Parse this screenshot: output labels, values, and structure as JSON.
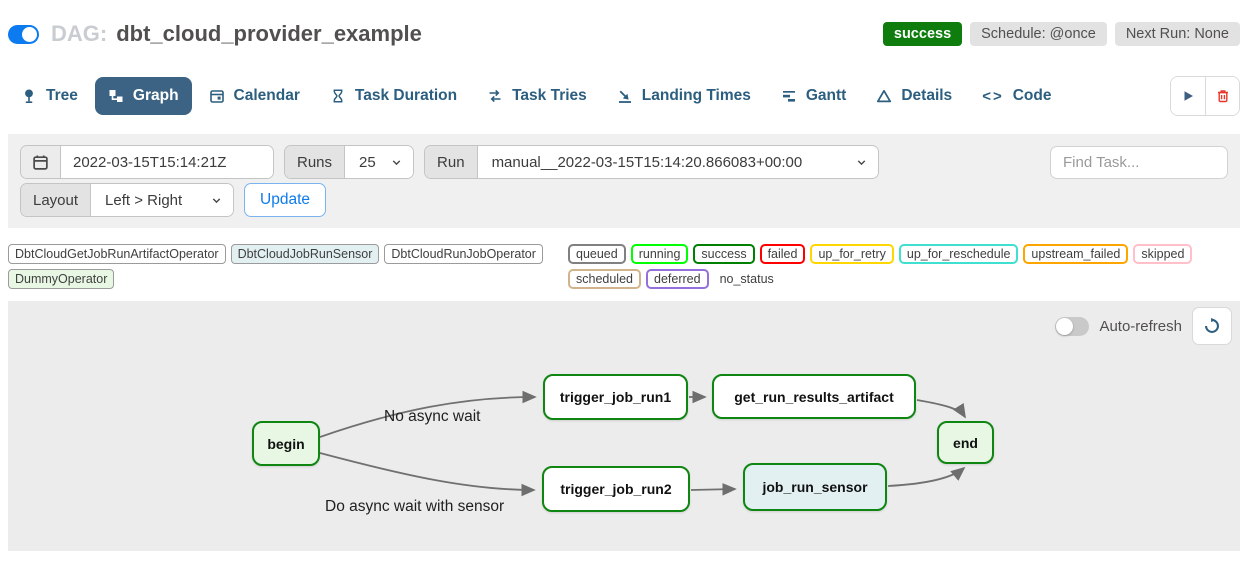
{
  "header": {
    "dag_prefix": "DAG:",
    "dag_title": "dbt_cloud_provider_example",
    "status_badge": "success",
    "schedule_badge": "Schedule: @once",
    "next_run_badge": "Next Run: None"
  },
  "tabs": [
    {
      "label": "Tree"
    },
    {
      "label": "Graph"
    },
    {
      "label": "Calendar"
    },
    {
      "label": "Task Duration"
    },
    {
      "label": "Task Tries"
    },
    {
      "label": "Landing Times"
    },
    {
      "label": "Gantt"
    },
    {
      "label": "Details"
    },
    {
      "label": "Code"
    }
  ],
  "icons": {
    "dag_toggle": "toggle-on",
    "tree": "map-pin",
    "graph": "org-chart",
    "calendar": "calendar",
    "task_duration": "hourglass",
    "task_tries": "repeat-arrows",
    "landing_times": "plane-landing",
    "gantt": "horizontal-bars",
    "details": "warning-triangle",
    "code_glyph": "<>",
    "play": "play-triangle",
    "delete": "trash-can",
    "refresh": "circular-arrow",
    "date_picker": "calendar",
    "select_chevron": "chevron-down",
    "auto_refresh_toggle": "toggle-off"
  },
  "filters": {
    "base_date_value": "2022-03-15T15:14:21Z",
    "runs_label": "Runs",
    "runs_value": "25",
    "run_label": "Run",
    "run_value": "manual__2022-03-15T15:14:20.866083+00:00",
    "find_task_placeholder": "Find Task...",
    "layout_label": "Layout",
    "layout_value": "Left > Right",
    "update_label": "Update"
  },
  "legend": {
    "operators": [
      {
        "label": "DbtCloudGetJobRunArtifactOperator",
        "fill": "#ffffff"
      },
      {
        "label": "DbtCloudJobRunSensor",
        "fill": "#e2f0f2"
      },
      {
        "label": "DbtCloudRunJobOperator",
        "fill": "#ffffff"
      },
      {
        "label": "DummyOperator",
        "fill": "#e8f7e4"
      }
    ],
    "statuses": [
      {
        "label": "queued",
        "color": "#808080"
      },
      {
        "label": "running",
        "color": "#00ff00"
      },
      {
        "label": "success",
        "color": "#008000"
      },
      {
        "label": "failed",
        "color": "#ff0000"
      },
      {
        "label": "up_for_retry",
        "color": "#ffd700"
      },
      {
        "label": "up_for_reschedule",
        "color": "#40e0d0"
      },
      {
        "label": "upstream_failed",
        "color": "#ffa500"
      },
      {
        "label": "skipped",
        "color": "#ffc0cb"
      },
      {
        "label": "scheduled",
        "color": "#d2b48c"
      },
      {
        "label": "deferred",
        "color": "#9370db"
      }
    ],
    "no_status_label": "no_status"
  },
  "graph": {
    "auto_refresh_label": "Auto-refresh",
    "nodes": [
      {
        "id": "begin",
        "label": "begin",
        "fill": "#e8f7e4"
      },
      {
        "id": "trigger_job_run1",
        "label": "trigger_job_run1",
        "fill": "#ffffff"
      },
      {
        "id": "get_run_results_artifact",
        "label": "get_run_results_artifact",
        "fill": "#ffffff"
      },
      {
        "id": "trigger_job_run2",
        "label": "trigger_job_run2",
        "fill": "#ffffff"
      },
      {
        "id": "job_run_sensor",
        "label": "job_run_sensor",
        "fill": "#e2f0f2"
      },
      {
        "id": "end",
        "label": "end",
        "fill": "#e8f7e4"
      }
    ],
    "edge_labels": [
      {
        "text": "No async wait"
      },
      {
        "text": "Do async wait with sensor"
      }
    ]
  },
  "colors": {
    "accent_blue": "#0d7bf0",
    "tab_blue": "#2c5e7f",
    "active_tab_bg": "#3c6384",
    "success_green": "#0e7d0e",
    "node_border": "#0f8512",
    "edge_gray": "#707070",
    "panel_gray": "#f0f0f0",
    "graph_bg": "#ececec"
  }
}
